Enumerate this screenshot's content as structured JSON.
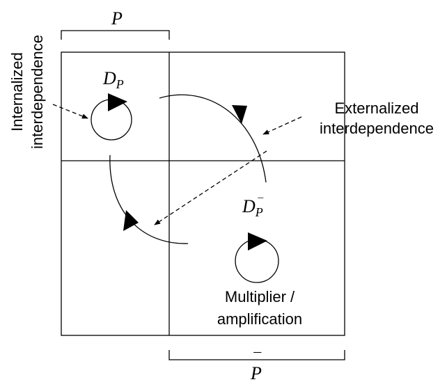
{
  "labels": {
    "top_bracket": "P",
    "bottom_bracket_base": "P",
    "bottom_bracket_bar": "¯",
    "dp_base": "D",
    "dp_sub": "P",
    "dpbar_base": "D",
    "dpbar_sub": "P",
    "dpbar_sub_bar": "¯",
    "internalized_line1": "Internalized",
    "internalized_line2": "interdependence",
    "externalized_line1": "Externalized",
    "externalized_line2": "interdependence",
    "multiplier_line1": "Multiplier /",
    "multiplier_line2": "amplification"
  },
  "colors": {
    "ink": "#000000",
    "background": "#ffffff"
  }
}
